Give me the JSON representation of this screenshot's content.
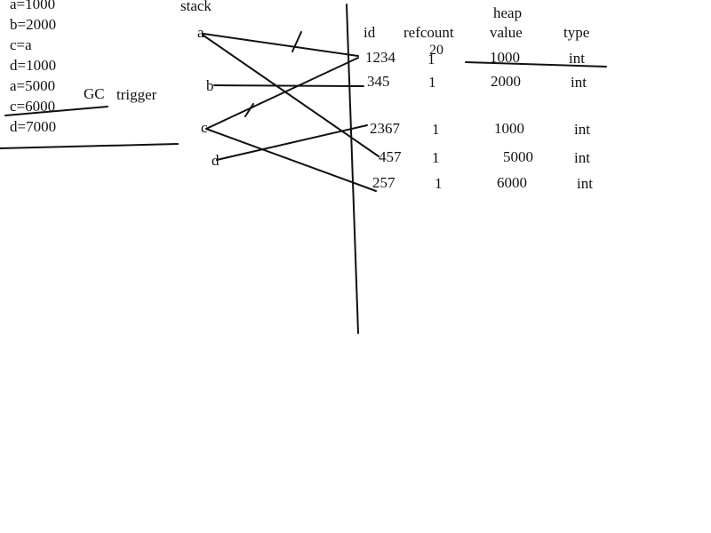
{
  "code": {
    "lines": [
      "a=1000",
      "b=2000",
      "c=a",
      "d=1000",
      "a=5000",
      "c=6000",
      "d=7000"
    ],
    "gc_label": "GC",
    "trigger_label": "trigger"
  },
  "stack": {
    "title": "stack",
    "vars": [
      "a",
      "b",
      "c",
      "d"
    ]
  },
  "heap": {
    "title": "heap",
    "headers": {
      "id": "id",
      "refcount": "refcount",
      "value": "value",
      "type": "type"
    },
    "rows": [
      {
        "id": "1234",
        "refcount": "1",
        "value": "1000",
        "type": "int"
      },
      {
        "id": "345",
        "refcount": "1",
        "value": "2000",
        "type": "int"
      },
      {
        "id": "2367",
        "refcount": "1",
        "value": "1000",
        "type": "int"
      },
      {
        "id": "457",
        "refcount": "1",
        "value": "5000",
        "type": "int"
      },
      {
        "id": "257",
        "refcount": "1",
        "value": "6000",
        "type": "int"
      }
    ],
    "refcount_overwrite": "20"
  }
}
